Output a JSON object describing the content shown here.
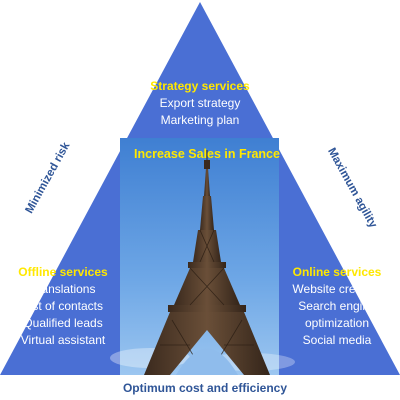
{
  "diagram": {
    "colors": {
      "pyramid": "#4a6fd4",
      "heading_text": "#ffe800",
      "body_text": "#ffffff",
      "outside_text": "#2f5597"
    },
    "center_title": "Increase Sales in France",
    "top": {
      "title": "Strategy services",
      "items": [
        "Export strategy",
        "Marketing plan"
      ]
    },
    "left": {
      "title": "Offline services",
      "items": [
        "Translations",
        "List of contacts",
        "Qualified leads",
        "Virtual assistant"
      ]
    },
    "right": {
      "title": "Online services",
      "items": [
        "Website creation",
        "Search engine",
        "optimization",
        "Social media"
      ]
    },
    "left_edge_label": "Minimized risk",
    "right_edge_label": "Maximum agility",
    "bottom_label": "Optimum cost and efficiency",
    "photo_subject": "eiffel-tower-photo"
  }
}
